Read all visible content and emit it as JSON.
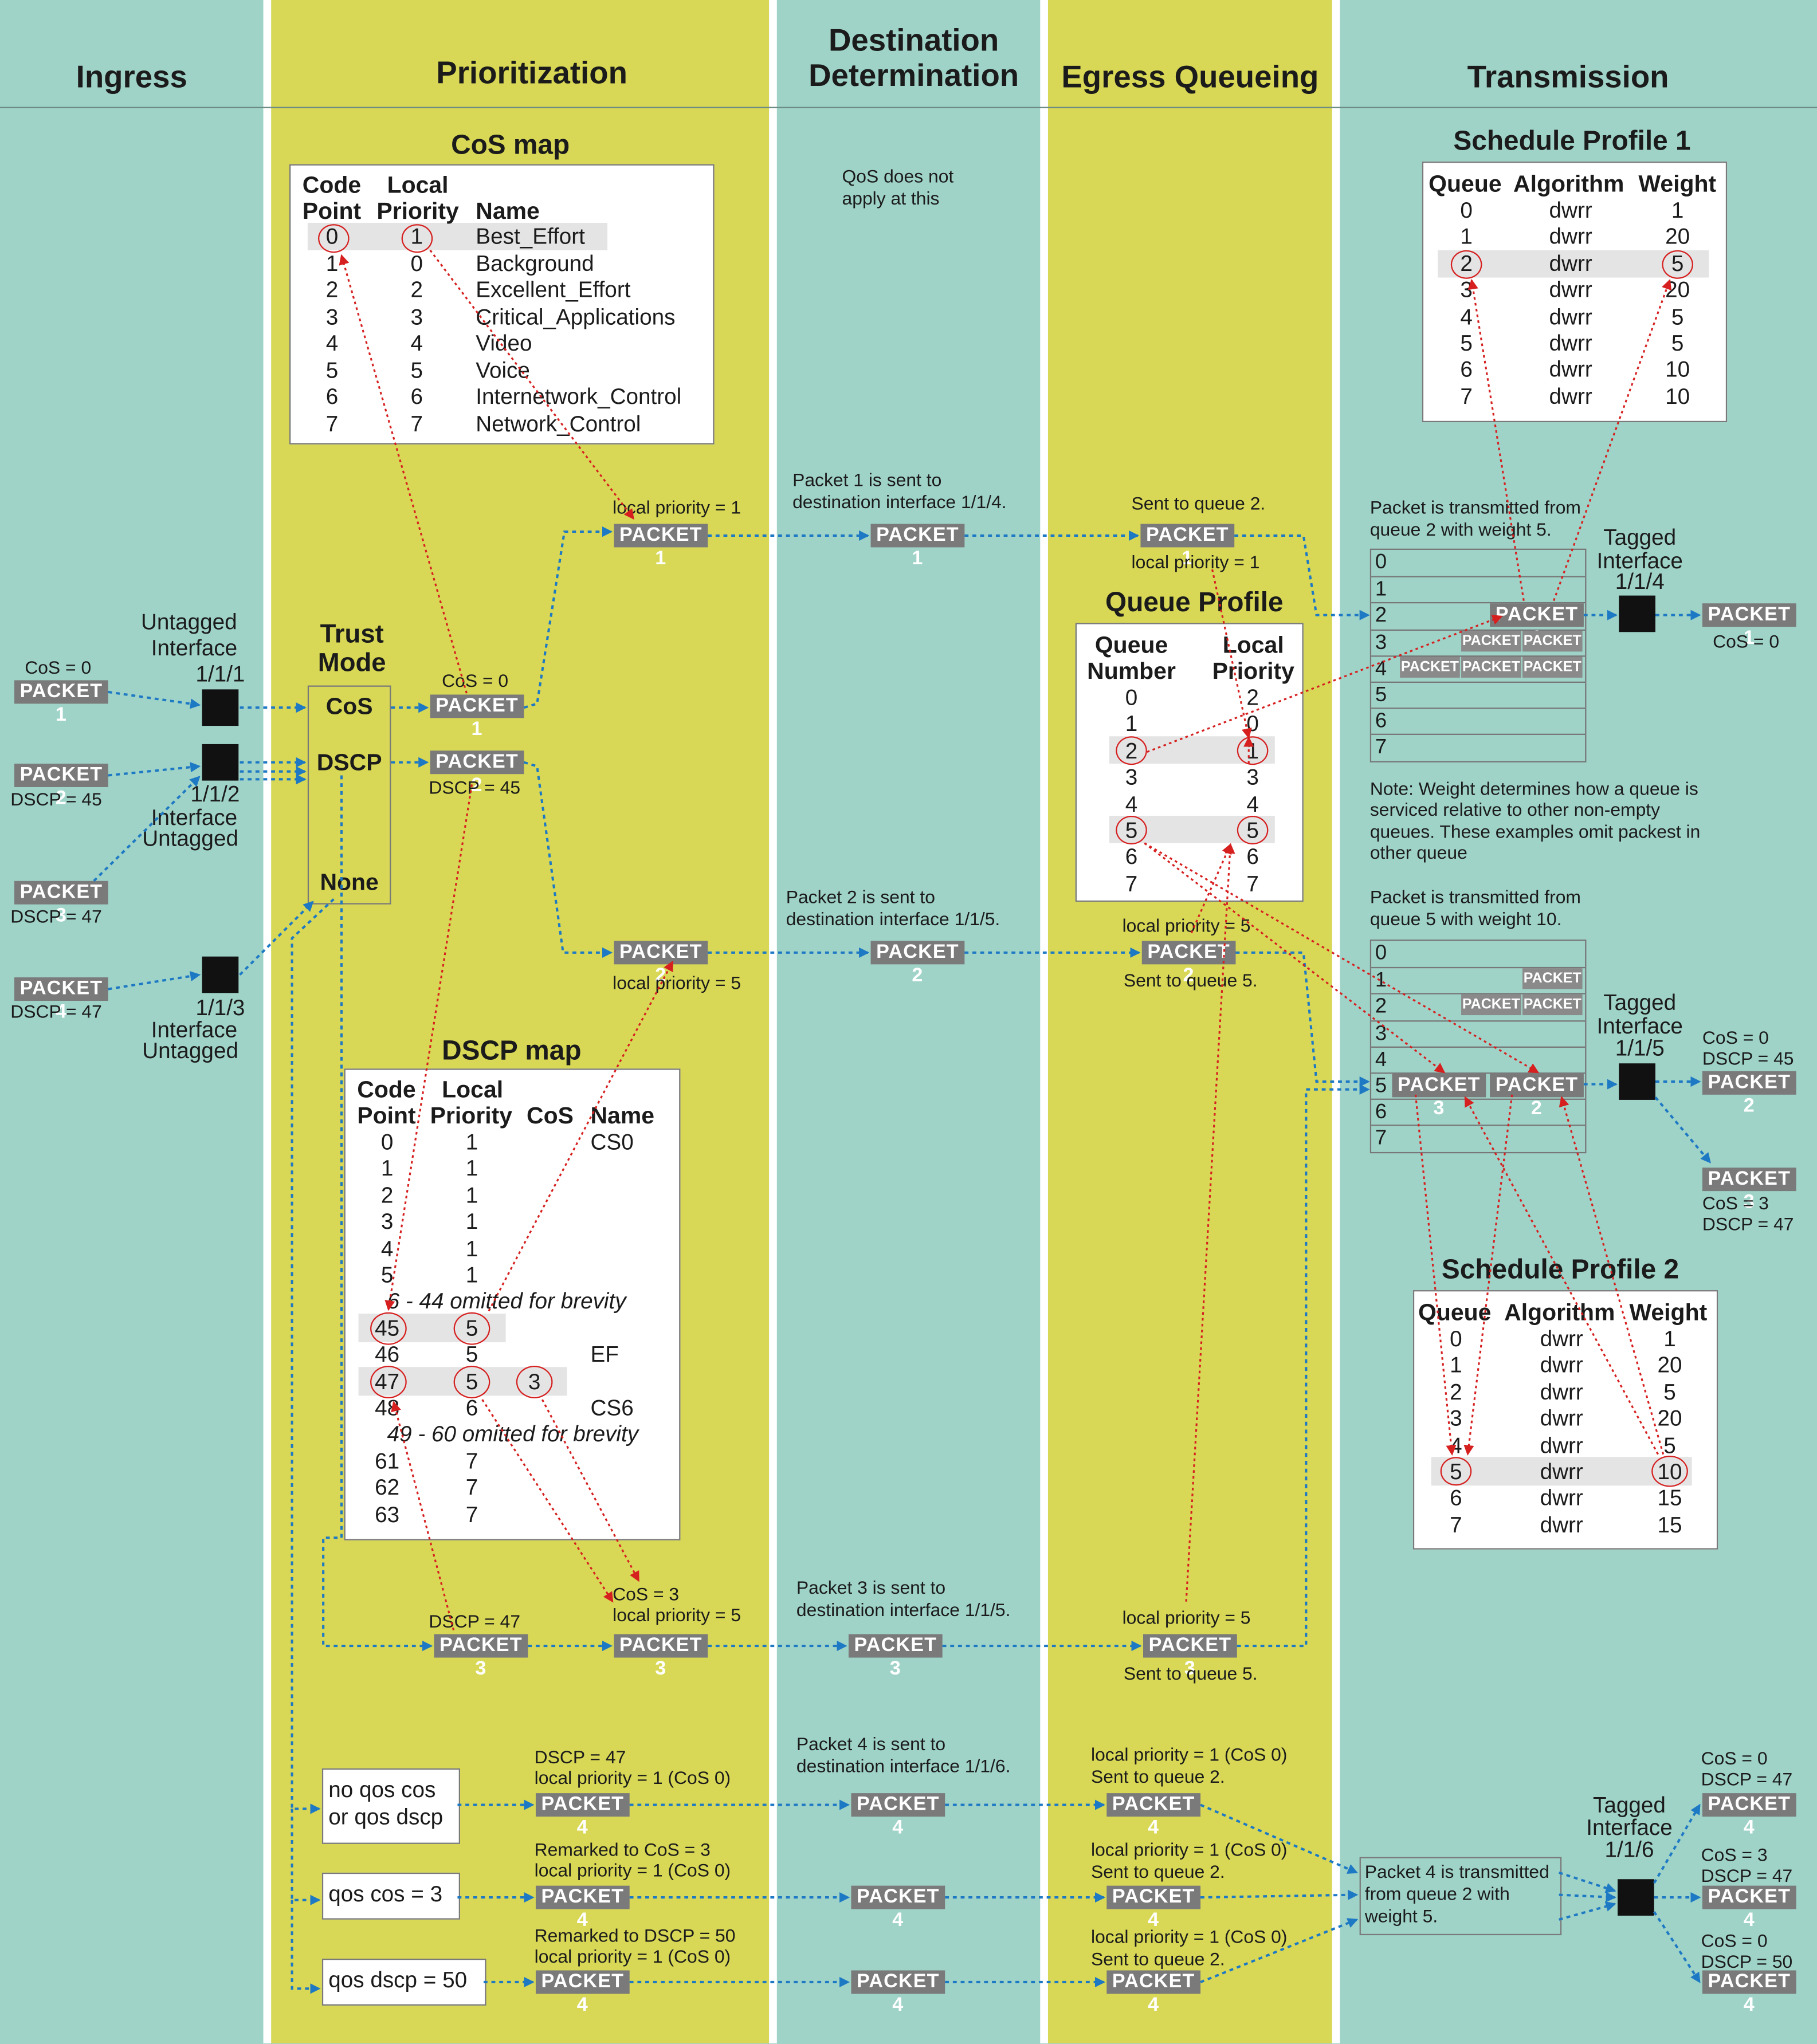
{
  "columns": {
    "ingress": "Ingress",
    "prioritization": "Prioritization",
    "destination": [
      "Destination",
      "Determination"
    ],
    "egress": "Egress Queueing",
    "transmission": "Transmission"
  },
  "colors": {
    "teal": "#9fd3c8",
    "yellow": "#d8d856",
    "arrow_blue": "#1e79c4",
    "arrow_red": "#d62020",
    "packet_gray": "#7a7a7a"
  },
  "cos_map": {
    "title": "CoS map",
    "headers": {
      "code1": "Code",
      "code2": "Point",
      "lp1": "Local",
      "lp2": "Priority",
      "name": "Name"
    },
    "rows": [
      {
        "cp": "0",
        "lp": "1",
        "name": "Best_Effort"
      },
      {
        "cp": "1",
        "lp": "0",
        "name": "Background"
      },
      {
        "cp": "2",
        "lp": "2",
        "name": "Excellent_Effort"
      },
      {
        "cp": "3",
        "lp": "3",
        "name": "Critical_Applications"
      },
      {
        "cp": "4",
        "lp": "4",
        "name": "Video"
      },
      {
        "cp": "5",
        "lp": "5",
        "name": "Voice"
      },
      {
        "cp": "6",
        "lp": "6",
        "name": "Internetwork_Control"
      },
      {
        "cp": "7",
        "lp": "7",
        "name": "Network_Control"
      }
    ]
  },
  "dscp_map": {
    "title": "DSCP map",
    "headers": {
      "code1": "Code",
      "code2": "Point",
      "lp1": "Local",
      "lp2": "Priority",
      "cos": "CoS",
      "name": "Name"
    },
    "rows": [
      {
        "cp": "0",
        "lp": "1",
        "cos": "",
        "name": "CS0"
      },
      {
        "cp": "1",
        "lp": "1",
        "cos": "",
        "name": ""
      },
      {
        "cp": "2",
        "lp": "1",
        "cos": "",
        "name": ""
      },
      {
        "cp": "3",
        "lp": "1",
        "cos": "",
        "name": ""
      },
      {
        "cp": "4",
        "lp": "1",
        "cos": "",
        "name": ""
      },
      {
        "cp": "5",
        "lp": "1",
        "cos": "",
        "name": ""
      },
      {
        "omit": "6 - 44 omitted for brevity"
      },
      {
        "cp": "45",
        "lp": "5",
        "cos": "",
        "name": ""
      },
      {
        "cp": "46",
        "lp": "5",
        "cos": "",
        "name": "EF"
      },
      {
        "cp": "47",
        "lp": "5",
        "cos": "3",
        "name": ""
      },
      {
        "cp": "48",
        "lp": "6",
        "cos": "",
        "name": "CS6"
      },
      {
        "omit": "49 - 60 omitted for brevity"
      },
      {
        "cp": "61",
        "lp": "7",
        "cos": "",
        "name": ""
      },
      {
        "cp": "62",
        "lp": "7",
        "cos": "",
        "name": ""
      },
      {
        "cp": "63",
        "lp": "7",
        "cos": "",
        "name": ""
      }
    ]
  },
  "trust_mode": {
    "title1": "Trust",
    "title2": "Mode",
    "cos": "CoS",
    "dscp": "DSCP",
    "none": "None"
  },
  "qos_boxes": [
    {
      "line1": "no qos cos",
      "line2": "or qos dscp"
    },
    {
      "line1": "qos cos = 3",
      "line2": ""
    },
    {
      "line1": "qos dscp = 50",
      "line2": ""
    }
  ],
  "queue_profile": {
    "title": "Queue Profile",
    "headers": {
      "q1": "Queue",
      "q2": "Number",
      "l1": "Local",
      "l2": "Priority"
    },
    "rows": [
      [
        "0",
        "2"
      ],
      [
        "1",
        "0"
      ],
      [
        "2",
        "1"
      ],
      [
        "3",
        "3"
      ],
      [
        "4",
        "4"
      ],
      [
        "5",
        "5"
      ],
      [
        "6",
        "6"
      ],
      [
        "7",
        "7"
      ]
    ]
  },
  "schedule_profile_1": {
    "title": "Schedule Profile 1",
    "headers": {
      "queue": "Queue",
      "algorithm": "Algorithm",
      "weight": "Weight"
    },
    "rows": [
      [
        "0",
        "dwrr",
        "1"
      ],
      [
        "1",
        "dwrr",
        "20"
      ],
      [
        "2",
        "dwrr",
        "5"
      ],
      [
        "3",
        "dwrr",
        "20"
      ],
      [
        "4",
        "dwrr",
        "5"
      ],
      [
        "5",
        "dwrr",
        "5"
      ],
      [
        "6",
        "dwrr",
        "10"
      ],
      [
        "7",
        "dwrr",
        "10"
      ]
    ]
  },
  "schedule_profile_2": {
    "title": "Schedule Profile 2",
    "headers": {
      "queue": "Queue",
      "algorithm": "Algorithm",
      "weight": "Weight"
    },
    "rows": [
      [
        "0",
        "dwrr",
        "1"
      ],
      [
        "1",
        "dwrr",
        "20"
      ],
      [
        "2",
        "dwrr",
        "5"
      ],
      [
        "3",
        "dwrr",
        "20"
      ],
      [
        "4",
        "dwrr",
        "5"
      ],
      [
        "5",
        "dwrr",
        "10"
      ],
      [
        "6",
        "dwrr",
        "15"
      ],
      [
        "7",
        "dwrr",
        "15"
      ]
    ]
  },
  "queue_numbers": [
    "0",
    "1",
    "2",
    "3",
    "4",
    "5",
    "6",
    "7"
  ],
  "interfaces": {
    "if111": [
      "Untagged",
      "Interface",
      "1/1/1"
    ],
    "if112": [
      "1/1/2",
      "Interface",
      "Untagged"
    ],
    "if113": [
      "1/1/3",
      "Interface",
      "Untagged"
    ],
    "if114": [
      "Tagged",
      "Interface",
      "1/1/4"
    ],
    "if115": [
      "Tagged",
      "Interface",
      "1/1/5"
    ],
    "if116": [
      "Tagged",
      "Interface",
      "1/1/6"
    ]
  },
  "packets": {
    "p1": "PACKET 1",
    "p2": "PACKET 2",
    "p3": "PACKET 3",
    "p4": "PACKET 4",
    "generic": "PACKET"
  },
  "labels": {
    "cos0": "CoS = 0",
    "dscp45": "DSCP = 45",
    "dscp47": "DSCP = 47",
    "cos3": "CoS = 3",
    "dscp50": "DSCP = 50",
    "lp1": "local priority = 1",
    "lp5": "local priority = 5",
    "qos_na": [
      "QoS does not",
      "apply at this"
    ],
    "p1_sent": [
      "Packet 1 is sent to",
      "destination interface 1/1/4."
    ],
    "p2_sent": [
      "Packet 2 is sent to",
      "destination interface 1/1/5."
    ],
    "p3_sent": [
      "Packet 3 is sent to",
      "destination interface 1/1/5."
    ],
    "p4_sent": [
      "Packet 4 is sent to",
      "destination interface 1/1/6."
    ],
    "sent_q2": "Sent to queue 2.",
    "sent_q5": "Sent to queue 5.",
    "tx_q2": [
      "Packet is transmitted from",
      "queue 2 with weight 5."
    ],
    "tx_q5": [
      "Packet is transmitted from",
      "queue 5 with weight 10."
    ],
    "note": [
      "Note: Weight determines how a queue is",
      "serviced relative to other non-empty",
      "queues. These examples omit packest in",
      "other queue"
    ],
    "p4_tx": [
      "Packet 4 is transmitted",
      "from queue 2 with",
      "weight 5."
    ],
    "p4_a": [
      "DSCP = 47",
      "local priority = 1 (CoS 0)"
    ],
    "p4_b": [
      "Remarked to CoS = 3",
      "local priority = 1 (CoS 0)"
    ],
    "p4_c": [
      "Remarked to DSCP = 50",
      "local priority = 1 (CoS 0)"
    ],
    "lp1_cos0": "local priority = 1 (CoS 0)",
    "cos3_lp5": [
      "CoS = 3",
      "local priority = 5"
    ]
  }
}
